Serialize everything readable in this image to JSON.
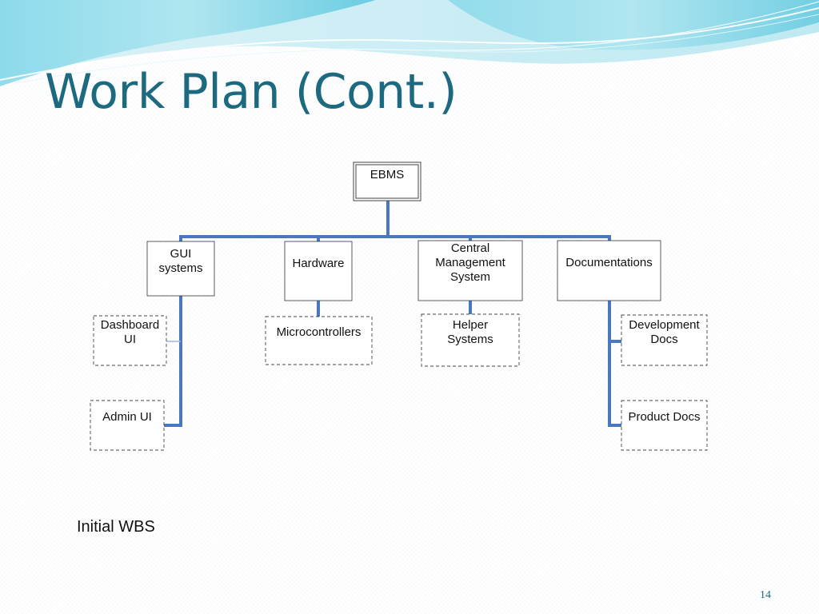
{
  "slide": {
    "title": "Work Plan (Cont.)",
    "caption": "Initial WBS",
    "page_number": "14"
  },
  "wbs": {
    "root": "EBMS",
    "branches": [
      {
        "label": "GUI systems",
        "children": [
          "Dashboard UI",
          "Admin UI"
        ]
      },
      {
        "label": "Hardware",
        "children": [
          "Microcontrollers"
        ]
      },
      {
        "label": "Central Management System",
        "children": [
          "Helper Systems"
        ]
      },
      {
        "label": "Documentations",
        "children": [
          "Development Docs",
          "Product Docs"
        ]
      }
    ]
  },
  "colors": {
    "connector": "#4a78c0",
    "title": "#1d6a80",
    "wave_light": "#bfe9f2",
    "wave_dark": "#49c2dc"
  }
}
